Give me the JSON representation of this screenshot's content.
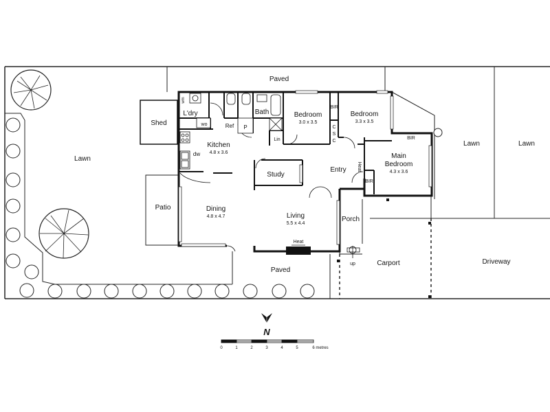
{
  "site": {
    "lawn_west": "Lawn",
    "lawn_east_1": "Lawn",
    "lawn_east_2": "Lawn",
    "paved_north": "Paved",
    "paved_south": "Paved",
    "shed": "Shed",
    "patio": "Patio",
    "carport": "Carport",
    "driveway": "Driveway",
    "porch": "Porch",
    "up": "up"
  },
  "rooms": {
    "laundry": "L'dry",
    "wm": "wm",
    "wo": "wo",
    "bath": "Bath",
    "ref": "Ref",
    "pantry": "P",
    "linen": "Lin",
    "bedroom2": {
      "name": "Bedroom",
      "size": "3.0 x 3.5"
    },
    "bedroom3": {
      "name": "Bedroom",
      "size": "3.3 x 3.5"
    },
    "bir1": "BIR",
    "bir2": "BIR",
    "bir3": "BIR",
    "c1": "C",
    "c2": "S",
    "c3": "C",
    "main_bedroom": {
      "name1": "Main",
      "name2": "Bedroom",
      "size": "4.3 x 3.6"
    },
    "kitchen": {
      "name": "Kitchen",
      "size": "4.8 x 3.6"
    },
    "dw": "dw",
    "study": "Study",
    "entry": "Entry",
    "heat_entry": "Heat",
    "dining": {
      "name": "Dining",
      "size": "4.8 x 4.7"
    },
    "living": {
      "name": "Living",
      "size": "5.5 x 4.4"
    },
    "heat_living": "Heat"
  },
  "compass": {
    "label": "N"
  },
  "scale": {
    "ticks": [
      "0",
      "1",
      "2",
      "3",
      "4",
      "5",
      "6 metres"
    ]
  }
}
